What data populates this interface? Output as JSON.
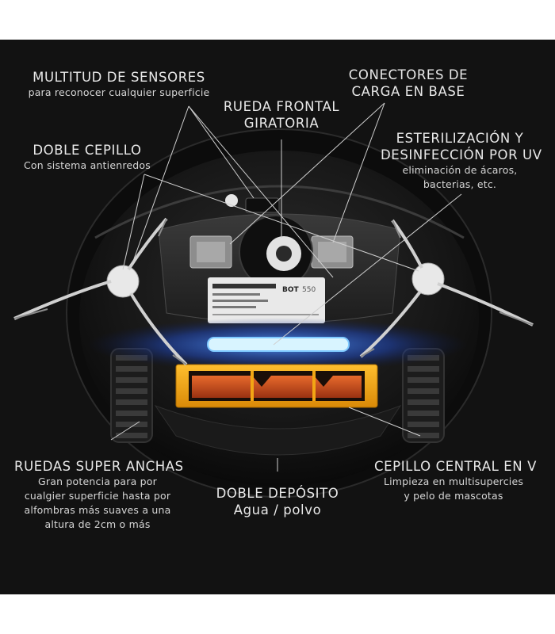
{
  "callouts": {
    "sensors": {
      "title": "MULTITUD DE SENSORES",
      "sub": "para reconocer cualquier superficie"
    },
    "front_wheel": {
      "title_line1": "RUEDA FRONTAL",
      "title_line2": "GIRATORIA"
    },
    "charge": {
      "title_line1": "CONECTORES DE",
      "title_line2": "CARGA EN BASE"
    },
    "double_brush": {
      "title": "DOBLE CEPILLO",
      "sub": "Con sistema antienredos"
    },
    "uv": {
      "title_line1": "ESTERILIZACIÓN Y",
      "title_line2": "DESINFECCIÓN POR UV",
      "sub_line1": "eliminación de ácaros,",
      "sub_line2": "bacterias, etc."
    },
    "wheels": {
      "title": "RUEDAS SUPER ANCHAS",
      "sub_line1": "Gran potencia para por",
      "sub_line2": "cualgier superficie hasta por",
      "sub_line3": "alfombras más suaves a una",
      "sub_line4": "altura de 2cm o más"
    },
    "tank": {
      "title": "DOBLE DEPÓSITO",
      "sub": "Agua / polvo"
    },
    "central_brush": {
      "title": "CEPILLO CENTRAL EN  V",
      "sub_line1": "Limpieza en multisupercies",
      "sub_line2": "y pelo de mascotas"
    }
  },
  "product_label": {
    "brand": "BOT",
    "model": "550"
  },
  "colors": {
    "background": "#121212",
    "text": "#e9e9e9",
    "uv_glow": "#2a6cff",
    "brush_frame": "#f2a614",
    "brush_bristles": "#d4531f"
  }
}
